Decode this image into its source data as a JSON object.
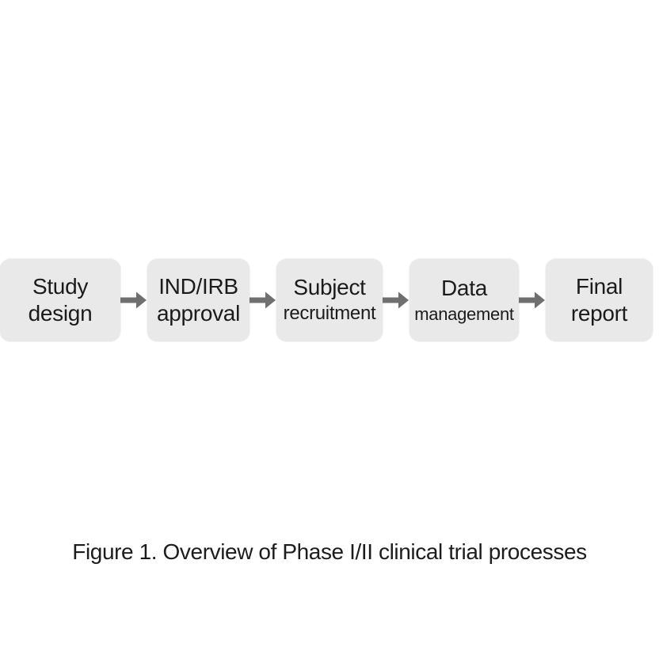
{
  "diagram": {
    "steps": [
      {
        "line1": "Study",
        "line2": "design"
      },
      {
        "line1": "IND/IRB",
        "line2": "approval"
      },
      {
        "line1": "Subject",
        "line2": "recruitment"
      },
      {
        "line1": "Data",
        "line2": "management"
      },
      {
        "line1": "Final",
        "line2": "report"
      }
    ],
    "colors": {
      "background": "#ffffff",
      "box_fill": "#e9e9e9",
      "arrow": "#6f6f6f",
      "text": "#1b1b1b"
    }
  },
  "caption": {
    "text": "Figure 1. Overview of Phase I/II clinical trial processes"
  }
}
